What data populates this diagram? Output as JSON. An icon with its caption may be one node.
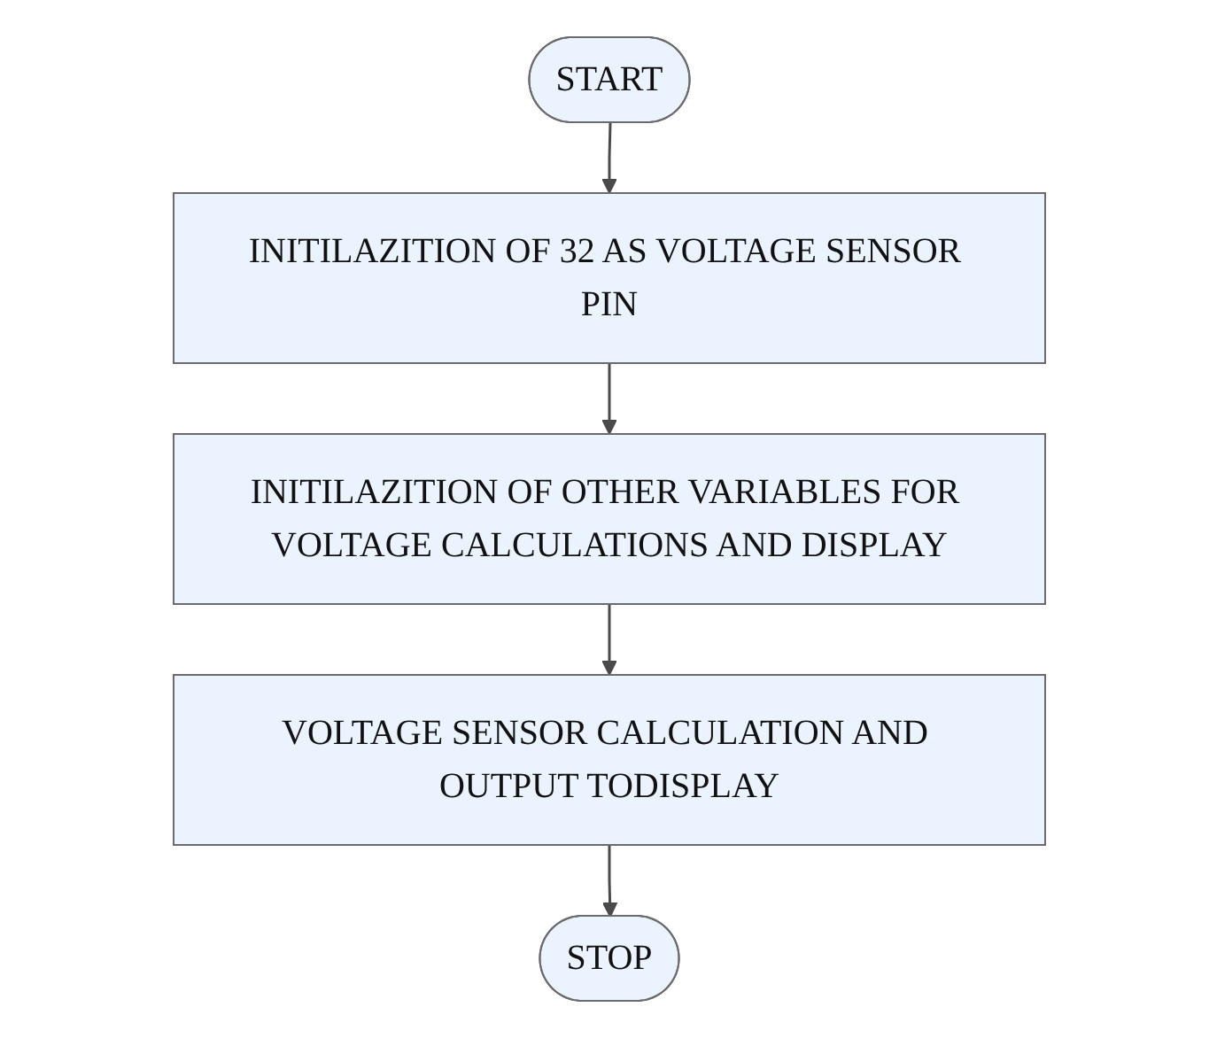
{
  "diagram": {
    "nodes": [
      {
        "text": [
          "START"
        ]
      },
      {
        "text": [
          "INITILAZITION OF 32 AS VOLTAGE SENSOR PIN"
        ]
      },
      {
        "text": [
          "INITILAZITION OF OTHER VARIABLES FOR VOLTAGE CALCULATIONS AND DISPLAY"
        ]
      },
      {
        "text": [
          "VOLTAGE SENSOR CALCULATION AND OUTPUT TODISPLAY"
        ]
      },
      {
        "text": [
          "STOP"
        ]
      }
    ],
    "edges": [
      {
        "from": 0,
        "to": 1,
        "arrow": "to"
      },
      {
        "from": 1,
        "to": 2,
        "arrow": "to"
      },
      {
        "from": 2,
        "to": 3,
        "arrow": "to"
      },
      {
        "from": 3,
        "to": 4,
        "arrow": "to"
      }
    ]
  }
}
